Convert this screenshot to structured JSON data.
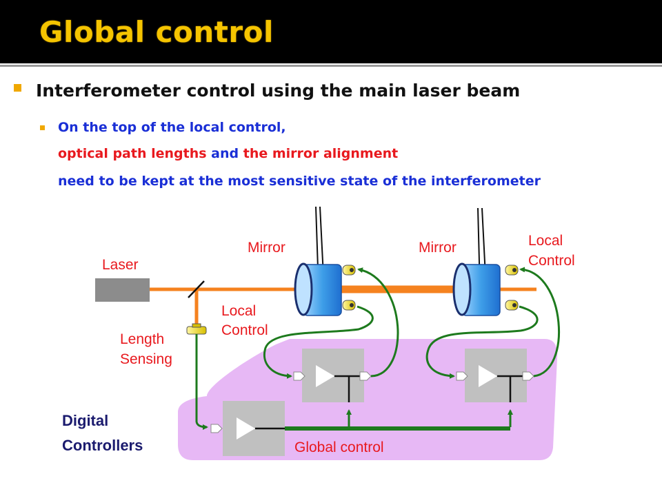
{
  "slide": {
    "title": "Global control"
  },
  "bullets": {
    "level1": "Interferometer control using the main laser beam",
    "level2_line1": "On the top of the local control,",
    "level2_line2_part1": "optical path lengths",
    "level2_line2_part2": " and ",
    "level2_line2_part3": "the mirror alignment",
    "level2_line3": "need to be kept at the most sensitive state of the interferometer"
  },
  "diagram": {
    "labels": {
      "laser": "Laser",
      "mirror_left": "Mirror",
      "mirror_right": "Mirror",
      "local_control_lower": [
        "Local",
        "Control"
      ],
      "local_control_upper": [
        "Local",
        "Control"
      ],
      "length_sensing": [
        "Length",
        "Sensing"
      ],
      "digital_controllers": [
        "Digital",
        "Controllers"
      ],
      "global_control": "Global control"
    },
    "colors": {
      "beam": "#f5821f",
      "signal": "#1d7a1d",
      "controller_region": "#e7b8f5",
      "mirror": "#56aef2",
      "controller_box": "#c0c0c0",
      "label_red": "#e8191e",
      "label_dark": "#1b1b6e"
    }
  }
}
